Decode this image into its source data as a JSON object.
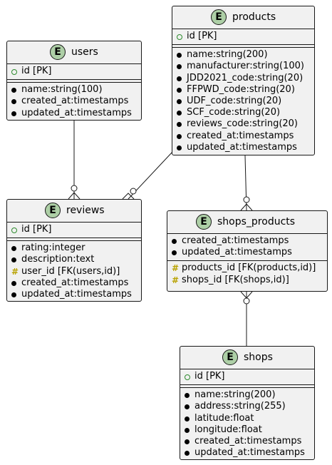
{
  "entities": {
    "users": {
      "badge": "E",
      "name": "users",
      "keys": [
        "id [PK]"
      ],
      "fields": [
        "name:string(100)",
        "created_at:timestamps",
        "updated_at:timestamps"
      ]
    },
    "products": {
      "badge": "E",
      "name": "products",
      "keys": [
        "id [PK]"
      ],
      "fields": [
        "name:string(200)",
        "manufacturer:string(100)",
        "JDD2021_code:string(20)",
        "FFPWD_code:string(20)",
        "UDF_code:string(20)",
        "SCF_code:string(20)",
        "reviews_code:string(20)",
        "created_at:timestamps",
        "updated_at:timestamps"
      ]
    },
    "reviews": {
      "badge": "E",
      "name": "reviews",
      "keys": [
        "id [PK]"
      ],
      "fields": [
        "rating:integer",
        "description:text"
      ],
      "fk_fields": [
        "user_id [FK(users,id)]"
      ],
      "fields_after": [
        "created_at:timestamps",
        "updated_at:timestamps"
      ]
    },
    "shops_products": {
      "badge": "E",
      "name": "shops_products",
      "fields": [
        "created_at:timestamps",
        "updated_at:timestamps"
      ],
      "fk_fields": [
        "products_id [FK(products,id)]",
        "shops_id [FK(shops,id)]"
      ]
    },
    "shops": {
      "badge": "E",
      "name": "shops",
      "keys": [
        "id [PK]"
      ],
      "fields": [
        "name:string(200)",
        "address:string(255)",
        "latitude:float",
        "longitude:float",
        "created_at:timestamps",
        "updated_at:timestamps"
      ]
    }
  },
  "relations": [
    {
      "from": "users",
      "to": "reviews",
      "cardinality": "zero-or-many"
    },
    {
      "from": "products",
      "to": "reviews",
      "cardinality": "zero-or-many"
    },
    {
      "from": "products",
      "to": "shops_products",
      "cardinality": "zero-or-many"
    },
    {
      "from": "shops",
      "to": "shops_products",
      "cardinality": "zero-or-many"
    }
  ],
  "colors": {
    "entity_fill": "#f1f1f1",
    "badge_fill": "#adcfa6",
    "border": "#181818",
    "pk_marker": "#2e8b2e",
    "fk_marker": "#b8a200"
  }
}
